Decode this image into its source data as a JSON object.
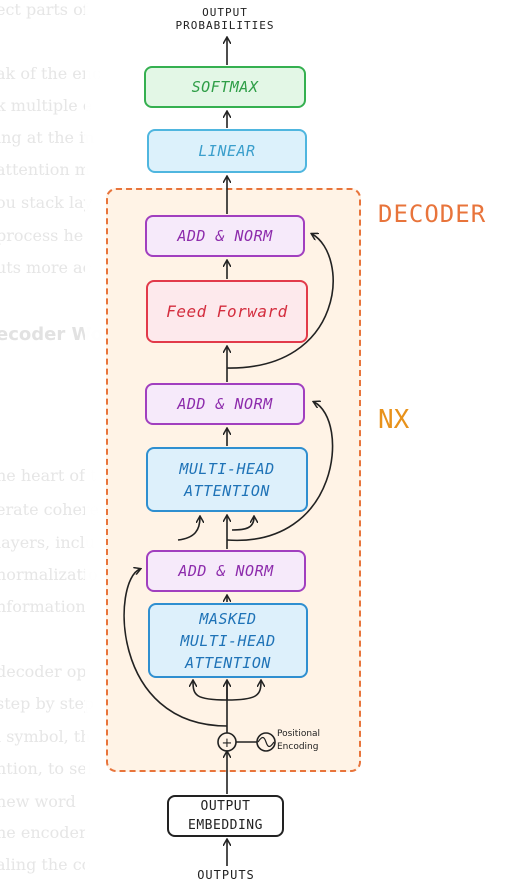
{
  "background_text": {
    "lines": [
      "ect parts of",
      "ak of the enc",
      "k multiple e",
      "ing at the in",
      "attention m",
      "ou stack lay",
      "process he",
      "uts more ac",
      "ecoder Wor",
      "he heart of t",
      "erate cohere",
      "layers, inclu",
      "normalizatio",
      "nformation",
      "decoder op",
      "step by step",
      "l symbol, th",
      "ntion, to sel",
      "new word",
      "he encoder.",
      "aling the co"
    ]
  },
  "diagram": {
    "top_label": "OUTPUT\nPROBABILITIES",
    "softmax": "SOFTMAX",
    "linear": "LINEAR",
    "decoder_title": "DECODER",
    "nx": "NX",
    "add_norm": "ADD & NORM",
    "feed_forward": "Feed Forward",
    "multi_head": "MULTI-HEAD\nATTENTION",
    "masked_multi_head": "MASKED\nMULTI-HEAD\nATTENTION",
    "plus_symbol": "+",
    "positional_encoding": "Positional\nEncoding",
    "output_embedding": "OUTPUT\nEMBEDDING",
    "bottom_label": "OUTPUTS"
  },
  "colors": {
    "softmax": "#35b050",
    "linear": "#4fb6df",
    "add_norm": "#a13fbf",
    "feed_forward": "#e23a4a",
    "attention": "#2f8fd0",
    "decoder_accent": "#e8743b"
  }
}
